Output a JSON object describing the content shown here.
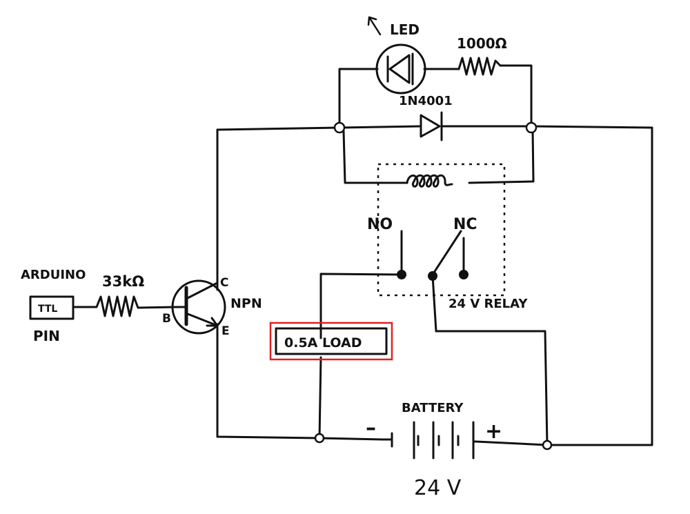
{
  "labels": {
    "arduino": "ARDUINO",
    "pin": "PIN",
    "ttl": "TTL",
    "r_base": "33kΩ",
    "transistor": "NPN",
    "collector": "C",
    "base": "B",
    "emitter": "E",
    "led": "LED",
    "r_led": "1000Ω",
    "diode": "1N4001",
    "no": "NO",
    "nc": "NC",
    "relay": "24 V RELAY",
    "load": "0.5A LOAD",
    "battery": "BATTERY",
    "minus": "–",
    "plus": "+",
    "voltage": "24 V"
  },
  "colors": {
    "ink": "#111111",
    "load_highlight": "#e02020",
    "background": "#ffffff"
  }
}
